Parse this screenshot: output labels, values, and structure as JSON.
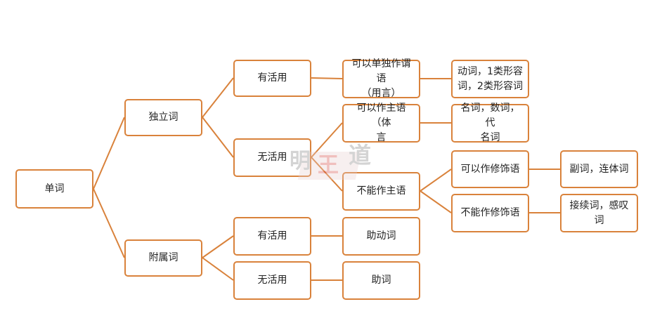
{
  "tree": {
    "root": "单词",
    "independent": "独立词",
    "attached": "附属词",
    "ind_inflect": "有活用",
    "ind_noinflect": "无活用",
    "att_inflect": "有活用",
    "att_noinflect": "无活用",
    "predicate_line1": "可以单独作谓语",
    "predicate_line2": "（用言）",
    "subject_line1": "可以作主语（体",
    "subject_line2": "言",
    "nosubject": "不能作主语",
    "aux_verb": "助动词",
    "particle": "助词",
    "verbs_line1": "动词，1类形容",
    "verbs_line2": "词，2类形容词",
    "nouns_line1": "名词，数词，代",
    "nouns_line2": "名词",
    "modifier": "可以作修饰语",
    "nomodifier": "不能作修饰语",
    "adverbs": "副词，连体词",
    "conj": "接续词，感叹词"
  },
  "watermark": {
    "char1": "明",
    "char2": "王",
    "char3": "道"
  },
  "colors": {
    "line": "#d9823b",
    "border": "#d9823b"
  }
}
